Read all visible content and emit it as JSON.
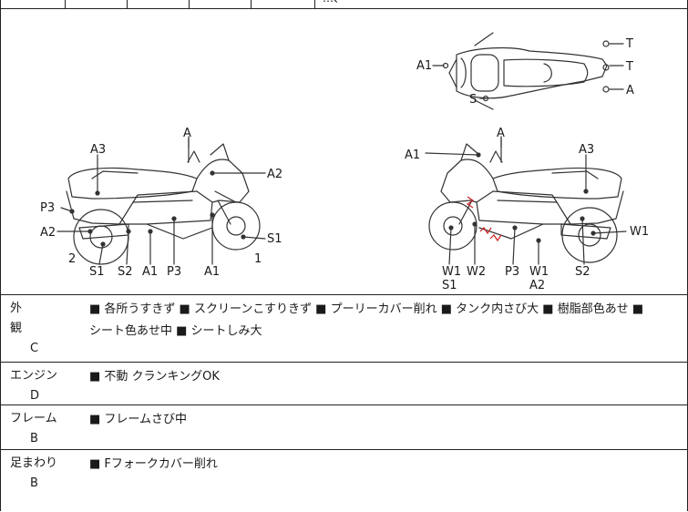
{
  "top_strip": {
    "text": "…、"
  },
  "diagram": {
    "top_view_labels": {
      "a1": "A1",
      "t_upper": "T",
      "t_lower": "T",
      "a": "A",
      "s": "S"
    },
    "left_view_labels": {
      "a_top": "A",
      "a3": "A3",
      "a2_right": "A2",
      "p3_left": "P3",
      "a2_left": "A2",
      "s1_right": "S1",
      "num2": "2",
      "num1": "1",
      "bottom": [
        "S1",
        "S2",
        "A1",
        "P3",
        "A1"
      ]
    },
    "right_view_labels": {
      "a_top": "A",
      "a1": "A1",
      "a3": "A3",
      "w1_right": "W1",
      "bottom_row1": [
        "W1",
        "W2",
        "P3",
        "W1",
        "S2"
      ],
      "bottom_row2_s1": "S1",
      "bottom_row2_a2": "A2"
    },
    "colors": {
      "line": "#333333",
      "damage": "#cc2222",
      "body": "#ffffff"
    }
  },
  "condition_rows": [
    {
      "category": "外　観",
      "grade": "C",
      "lines": [
        "■ 各所うすきず ■ スクリーンこすりきず ■ プーリーカバー削れ ■ タンク内さび大 ■ 樹脂部色あせ ■",
        "シート色あせ中 ■ シートしみ大"
      ]
    },
    {
      "category": "エンジン",
      "grade": "D",
      "lines": [
        "■ 不動 クランキングOK"
      ]
    },
    {
      "category": "フレーム",
      "grade": "B",
      "lines": [
        "■ フレームさび中"
      ]
    },
    {
      "category": "足まわり",
      "grade": "B",
      "lines": [
        "■ Fフォークカバー削れ"
      ]
    }
  ]
}
